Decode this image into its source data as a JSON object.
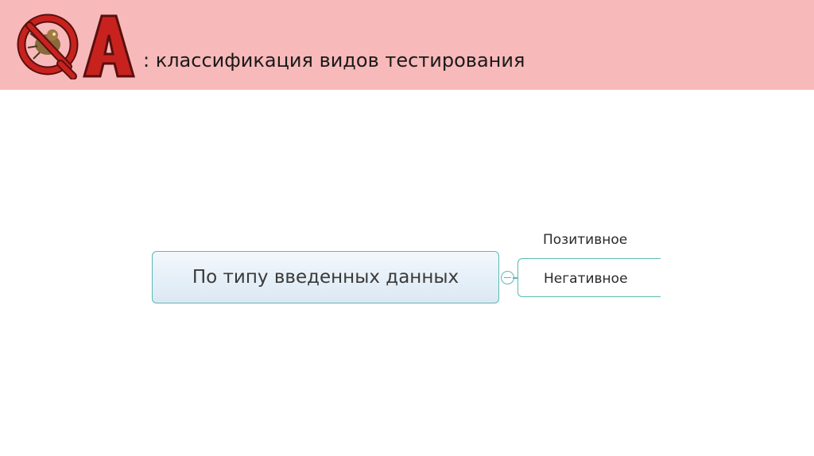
{
  "header": {
    "logo_text": "QA",
    "title": ": классификация видов тестирования",
    "background": "#f7b9b9"
  },
  "diagram": {
    "central_node": "По типу введенных данных",
    "children": [
      "Позитивное",
      "Негативное"
    ],
    "accent_color": "#5bbab2"
  }
}
